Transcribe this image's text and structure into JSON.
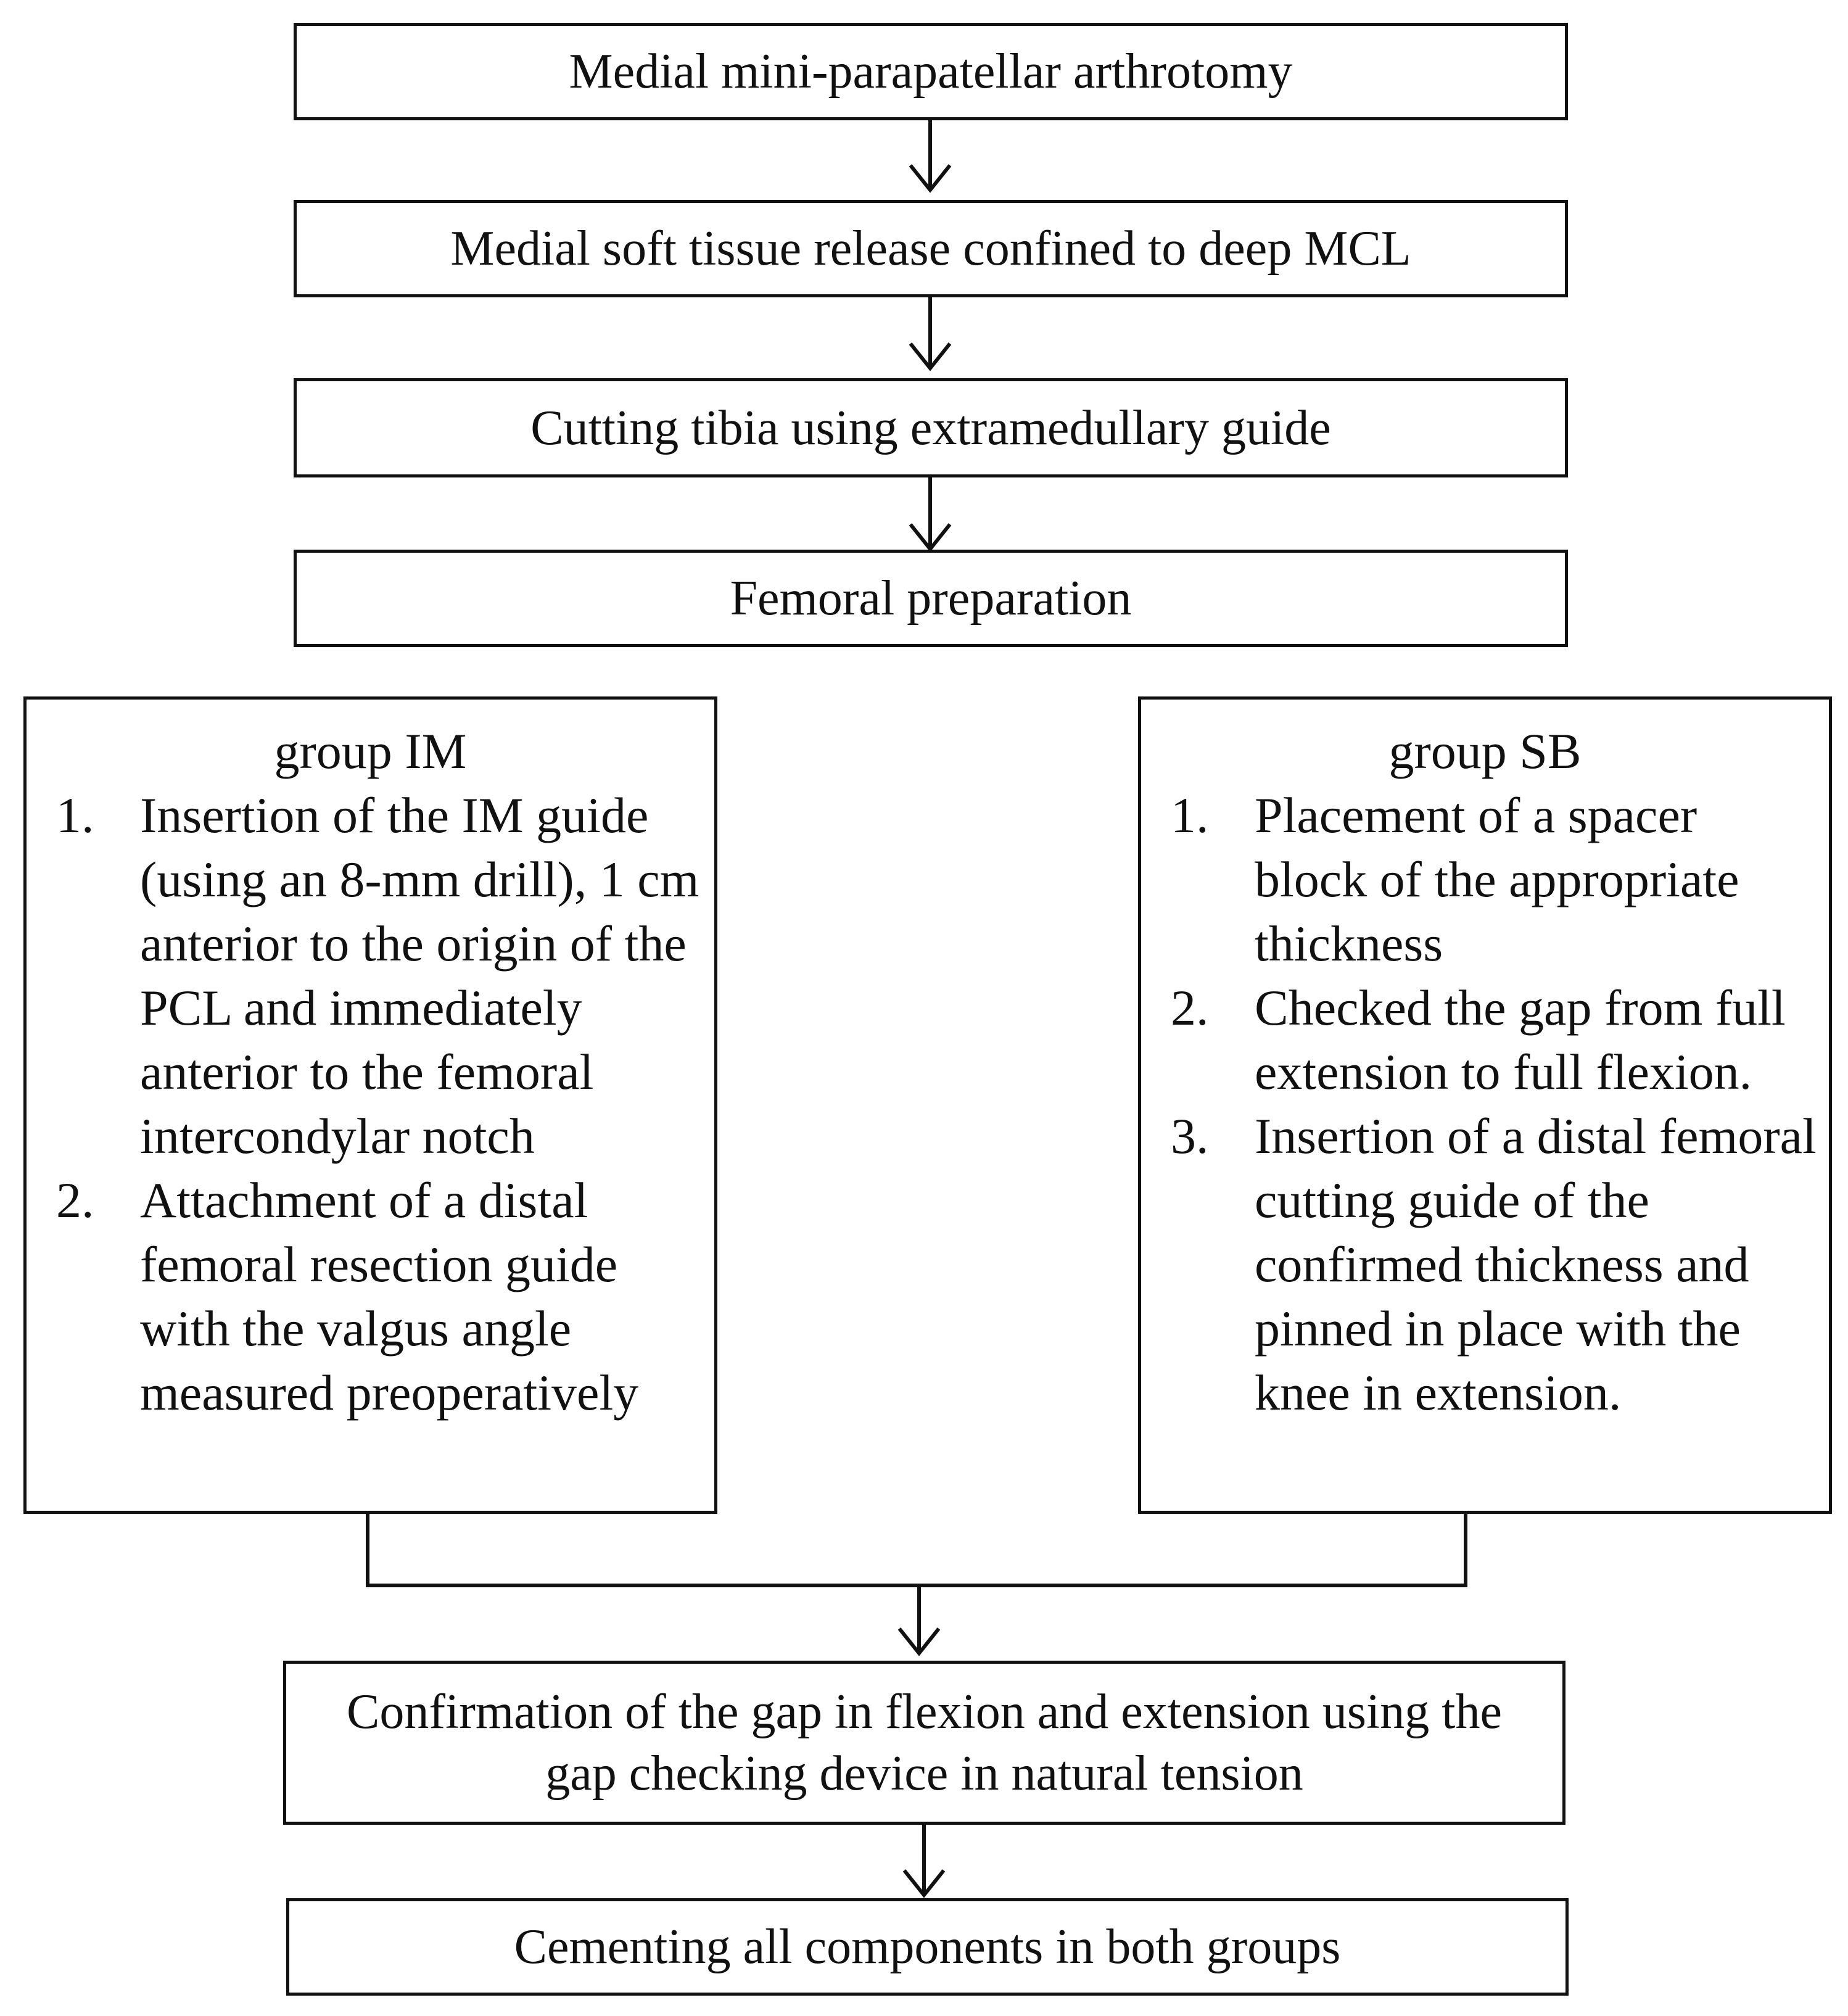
{
  "flowchart": {
    "steps": [
      "Medial mini-parapatellar arthrotomy",
      "Medial soft tissue release confined to deep MCL",
      "Cutting tibia using extramedullary guide",
      "Femoral preparation"
    ],
    "groups": {
      "im": {
        "title": "group IM",
        "items": [
          {
            "number": "1.",
            "text": "Insertion of the IM guide (using an 8-mm drill), 1 cm anterior to the origin of the PCL and immediately anterior to the femoral intercondylar notch"
          },
          {
            "number": "2.",
            "text": "Attachment of a distal femoral resection guide with the valgus angle measured preoperatively"
          }
        ]
      },
      "sb": {
        "title": "group SB",
        "items": [
          {
            "number": "1.",
            "text": "Placement of a spacer block of the appropriate thickness"
          },
          {
            "number": "2.",
            "text": "Checked the gap from full extension to full flexion."
          },
          {
            "number": "3.",
            "text": " Insertion of a distal femoral cutting guide of the confirmed thickness and pinned in place with the knee in extension."
          }
        ]
      }
    },
    "confirmation": "Confirmation of the gap in flexion and extension using the gap checking device in natural tension",
    "final_step": "Cementing all components in both groups"
  }
}
